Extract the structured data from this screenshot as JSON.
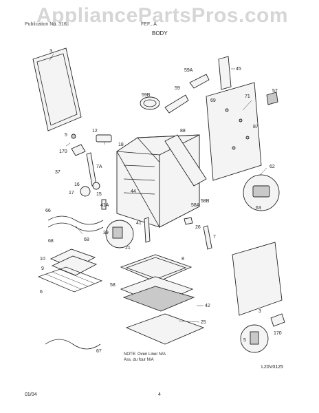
{
  "watermark": "AppliancePartsPros.com",
  "header": {
    "left_text": "Publication No. 316",
    "model_text": "FEF...A",
    "section_title": "BODY"
  },
  "callouts": [
    "3",
    "45",
    "59A",
    "57",
    "59",
    "71",
    "59B",
    "69",
    "87",
    "12",
    "5",
    "88",
    "170",
    "18",
    "62",
    "37",
    "7A",
    "44",
    "16",
    "17",
    "15",
    "41A",
    "58A",
    "58B",
    "63",
    "66",
    "41",
    "26",
    "7",
    "39",
    "21",
    "68",
    "68",
    "10",
    "9",
    "8",
    "6",
    "58",
    "42",
    "25",
    "3",
    "5",
    "170",
    "67"
  ],
  "note": {
    "line1": "NOTE: Oven Liner N/A",
    "line2": "Ass. du four N/A"
  },
  "drawing_code": "L20V0125",
  "footer": {
    "date": "01/04",
    "page": "4"
  }
}
